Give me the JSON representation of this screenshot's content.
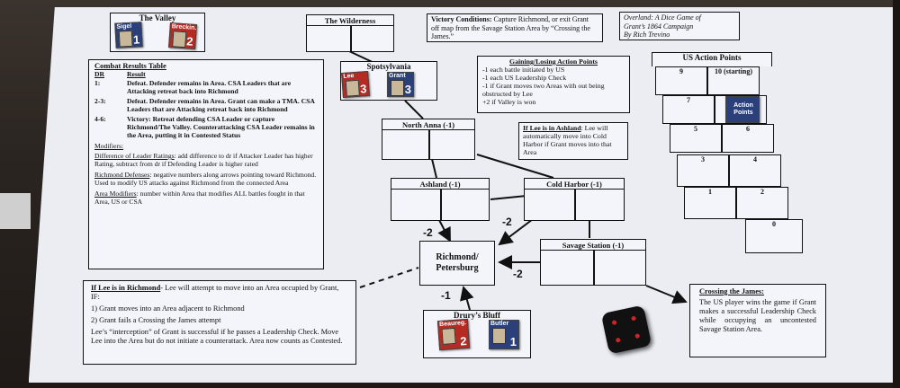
{
  "valley": {
    "title": "The Valley",
    "counters": [
      {
        "name": "Sigel",
        "rating": "1",
        "side": "us"
      },
      {
        "name": "Breckin.",
        "rating": "2",
        "side": "csa"
      }
    ]
  },
  "wilderness": {
    "title": "The Wilderness"
  },
  "victory": {
    "label": "Victory Conditions:",
    "text": "Capture Richmond, or exit Grant off map from the Savage Station Area by “Crossing the James.”"
  },
  "game_title": {
    "line1": "Overland: A Dice Game of",
    "line2": "Grant’s 1864 Campaign",
    "line3": "By Rich Trevino"
  },
  "crt": {
    "title": "Combat Results Table",
    "col_dr": "DR",
    "col_result": "Result",
    "rows": [
      {
        "dr": "1:",
        "result": "Defeat. Defender remains in Area. CSA Leaders that are Attacking retreat back into Richmond"
      },
      {
        "dr": "2-3:",
        "result": "Defeat. Defender remains in Area. Grant can make a TMA. CSA Leaders that are Attacking retreat back into Richmond"
      },
      {
        "dr": "4-6:",
        "result": "Victory: Retreat defending CSA Leader or capture Richmond/The Valley. Counterattacking CSA Leader remains in the Area, putting it in Contested Status"
      }
    ],
    "modifiers_title": "Modifiers:",
    "mod1_title": "Difference of Leader Ratings",
    "mod1_text": ": add difference to dr if Attacker Leader has higher Rating, subtract from dr if Defending Leader is higher rated",
    "mod2_title": "Richmond Defenses",
    "mod2_text": ": negative numbers along arrows pointing toward Richmond. Used to modify US attacks against Richmond from the connected Area",
    "mod3_title": "Area Modifiers",
    "mod3_text": ": number within Area that modifies ALL battles fought in that Area, US or CSA"
  },
  "spotsylvania": {
    "title": "Spotsylvania",
    "counters": [
      {
        "name": "Lee",
        "rating": "3",
        "side": "csa"
      },
      {
        "name": "Grant",
        "rating": "3",
        "side": "us"
      }
    ]
  },
  "action_points_rules": {
    "title": "Gaining/Losing Action Points",
    "items": [
      "-1 each battle initiated by US",
      "-1 each US Leadership Check",
      "-1 if Grant moves two Areas with out being obstructed by Lee",
      "+2 if Valley is won"
    ]
  },
  "ashland_rule": {
    "label": "If Lee is in Ashland",
    "text": ": Lee will automatically move into Cold Harbor if Grant moves into that Area"
  },
  "us_action_points": {
    "title": "US Action Points",
    "cells": [
      "9",
      "10 (starting)",
      "7",
      "Action Points",
      "5",
      "6",
      "3",
      "4",
      "1",
      "2",
      "0"
    ]
  },
  "areas": {
    "north_anna": "North Anna (-1)",
    "ashland": "Ashland (-1)",
    "cold_harbor": "Cold Harbor (-1)",
    "richmond": "Richmond/ Petersburg",
    "savage_station": "Savage Station (-1)",
    "drurys_bluff": "Drury’s Bluff"
  },
  "drurys_bluff_counters": [
    {
      "name": "Beaureg.",
      "rating": "2",
      "side": "csa"
    },
    {
      "name": "Butler",
      "rating": "1",
      "side": "us"
    }
  ],
  "defenses": {
    "ashland": "-2",
    "cold_harbor": "-2",
    "savage_station": "-2",
    "drurys_bluff": "-1"
  },
  "lee_richmond": {
    "label": "If Lee is in Richmond",
    "intro": "- Lee will attempt to move into an Area occupied by Grant, IF:",
    "c1": "1) Grant moves into an Area adjacent to Richmond",
    "c2": "2) Grant fails a Crossing the James attempt",
    "outro": "Lee’s “interception” of Grant is successful if he passes a Leadership Check. Move Lee into the Area but do not initiate a counterattack. Area now counts as Contested."
  },
  "crossing": {
    "title": "Crossing the James:",
    "text": "The US player wins the game if Grant makes a successful Leadership Check while occupying an uncontested Savage Station Area."
  },
  "colors": {
    "csa": "#b52a22",
    "us": "#2b3f7a",
    "die": "#111111",
    "pip": "#c8262a"
  }
}
